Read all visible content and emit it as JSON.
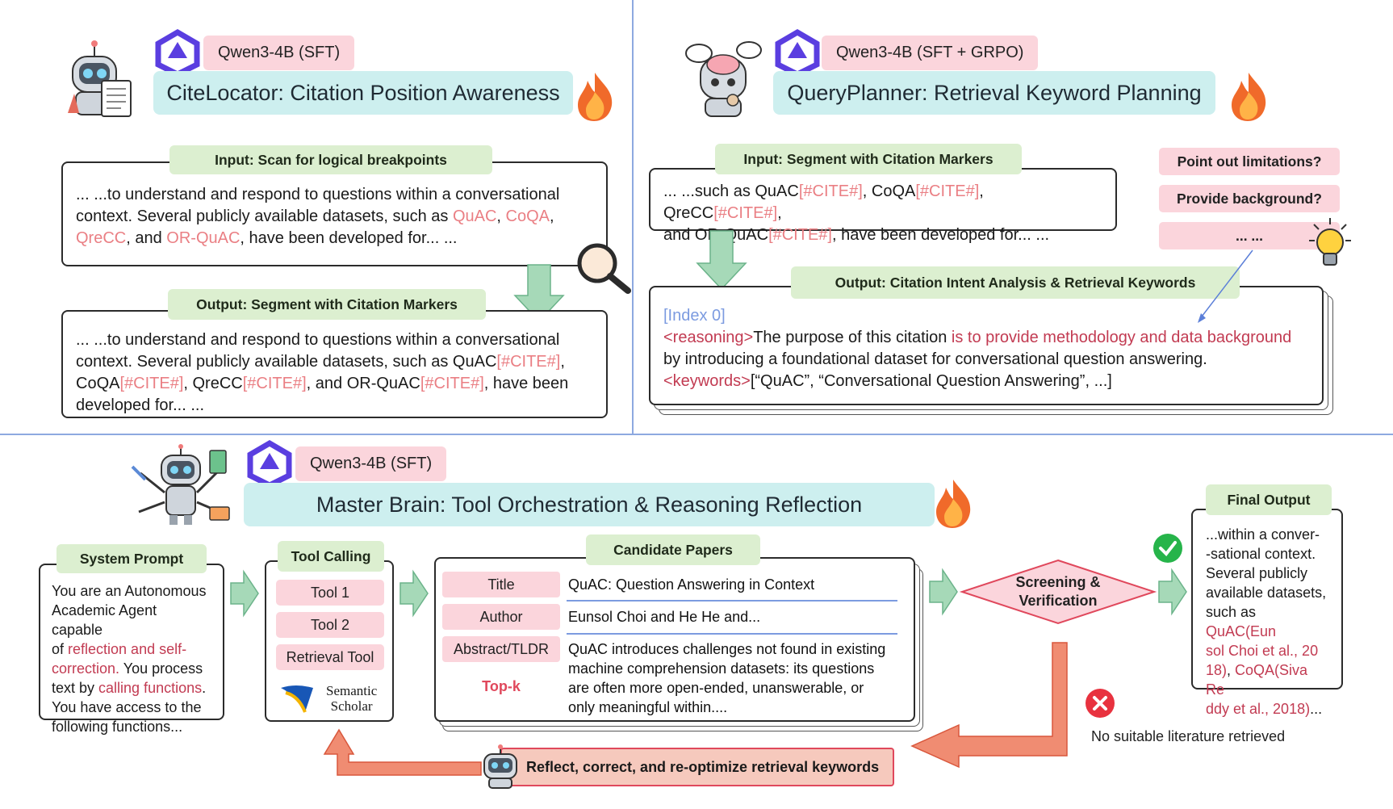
{
  "panel1": {
    "model": "Qwen3-4B (SFT)",
    "title": "CiteLocator: Citation Position Awareness",
    "input_label": "Input: Scan for logical breakpoints",
    "input_text": {
      "l1": "... ...to understand and respond to questions within a conversational",
      "l2a": "context. Several publicly available datasets, such as ",
      "quac": "QuAC",
      "comma": ", ",
      "coqa": "CoQA",
      "comma2": ",",
      "qrecc": "QreCC",
      "and": ", and ",
      "orquac": "OR-QuAC",
      "tail": ", have been developed for... ..."
    },
    "output_label": "Output: Segment with Citation Markers",
    "output_text": {
      "l1": "... ...to understand and respond to questions within a conversational",
      "l2a": "context. Several publicly available datasets, such as QuAC",
      "cite": "[#CITE#]",
      "l2b": ",",
      "coqa": "CoQA",
      "qrecc": ", QreCC",
      "andor": ", and OR-QuAC",
      "l3tail": ", have been",
      "l4": "developed for... ..."
    }
  },
  "panel2": {
    "model": "Qwen3-4B (SFT + GRPO)",
    "title": "QueryPlanner: Retrieval Keyword Planning",
    "input_label": "Input: Segment with Citation Markers",
    "input_text": {
      "l1a": "... ...such as QuAC",
      "cite": "[#CITE#]",
      "coqa": ", CoQA",
      "qrecc": ", QreCC",
      "comma": ",",
      "l2a": "and OR-QuAC",
      "l2b": ", have been developed for... ..."
    },
    "intents": [
      "Point out limitations?",
      "Provide background?",
      "... ..."
    ],
    "output_label": "Output: Citation Intent Analysis & Retrieval Keywords",
    "index": "[Index 0]",
    "reasoning_tag": "<reasoning>",
    "reasoning_a": "The purpose of this citation ",
    "reasoning_b": "is to provide methodology and data background",
    "reasoning_c": "by introducing a foundational dataset for conversational question answering.",
    "keywords_tag": "<keywords>",
    "keywords": "[“QuAC”, “Conversational Question Answering”, ...]"
  },
  "panel3": {
    "model": "Qwen3-4B (SFT)",
    "title": "Master Brain: Tool Orchestration & Reasoning Reflection",
    "system_prompt_label": "System Prompt",
    "system_prompt": {
      "l1": "You are an Autonomous",
      "l2": "Academic Agent capable",
      "l3a": "of ",
      "l3b": "reflection and self-",
      "l4a": "correction.",
      "l4b": " You process",
      "l5a": "text by ",
      "l5b": "calling functions",
      "l5c": ".",
      "l6": "You have access to the",
      "l7": "following functions..."
    },
    "tool_calling_label": "Tool Calling",
    "tools": [
      "Tool 1",
      "Tool 2",
      "Retrieval Tool"
    ],
    "semantic_scholar": [
      "Semantic",
      "Scholar"
    ],
    "candidate_label": "Candidate Papers",
    "paper": {
      "title_label": "Title",
      "title": "QuAC: Question Answering in Context",
      "author_label": "Author",
      "author": "Eunsol Choi and He He and...",
      "abstract_label": "Abstract/TLDR",
      "topk_label": "Top-k",
      "abstract": [
        "QuAC introduces challenges not found in existing",
        "machine comprehension datasets: its questions",
        "are often more open-ended, unanswerable, or",
        "only meaningful within...."
      ]
    },
    "screening": [
      "Screening &",
      "Verification"
    ],
    "final_label": "Final Output",
    "final": {
      "l1": "...within a conver-",
      "l2": "-sational context.",
      "l3": "Several publicly",
      "l4": "available datasets,",
      "l5a": "such as ",
      "l5b": "QuAC(Eun",
      "l6": "sol Choi et al., 20",
      "l7a": "18)",
      "l7b": ", ",
      "l7c": "CoQA(Siva Re",
      "l8a": "ddy et al., 2018)",
      "l8b": "..."
    },
    "no_result": "No suitable literature retrieved",
    "reflect": "Reflect, correct, and re-optimize retrieval keywords"
  },
  "colors": {
    "model_tag_bg": "#fbd5dc",
    "title_bar_bg": "#cdefef",
    "label_bg": "#dcefd0",
    "cite_pink": "#ea7f84",
    "reason_red": "#c23b52",
    "index_blue": "#7c9be0",
    "arrow_green": "#a6d9b8",
    "arrow_orange": "#f08c72",
    "divider": "#8da9e0"
  }
}
